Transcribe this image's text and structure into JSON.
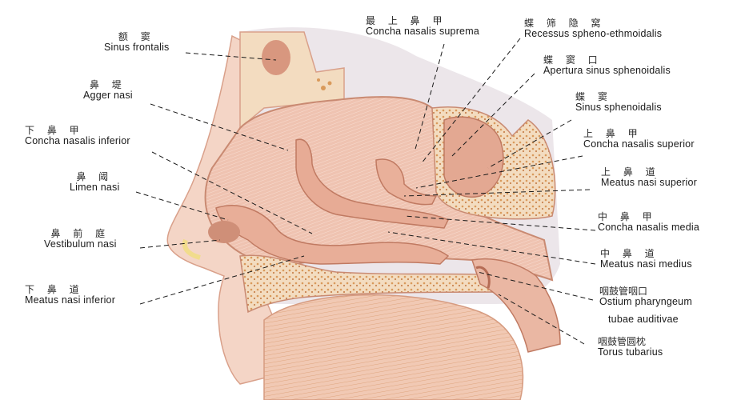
{
  "diagram": {
    "title": "",
    "subject": "Sagittal section of the nasal cavity (lateral wall)",
    "colors": {
      "tissue": "#eab7a3",
      "tissue_light": "#f6ddd2",
      "mucosa_dark": "#c98a72",
      "bone": "#f3dcc0",
      "bone_spots": "#d99a5b",
      "yellow_fat": "#f5e3a0",
      "line": "#1a1a1a"
    },
    "labels": {
      "sinus_frontalis": {
        "zh": "额 窦",
        "en": "Sinus frontalis"
      },
      "agger_nasi": {
        "zh": "鼻 堤",
        "en": "Agger nasi"
      },
      "concha_inferior": {
        "zh": "下 鼻 甲",
        "en": "Concha nasalis inferior"
      },
      "limen_nasi": {
        "zh": "鼻 阈",
        "en": "Limen nasi"
      },
      "vestibulum_nasi": {
        "zh": "鼻 前 庭",
        "en": "Vestibulum nasi"
      },
      "meatus_inferior": {
        "zh": "下 鼻 道",
        "en": "Meatus nasi inferior"
      },
      "concha_suprema": {
        "zh": "最 上 鼻 甲",
        "en": "Concha nasalis suprema"
      },
      "recessus": {
        "zh": "蝶 筛 隐 窝",
        "en": "Recessus spheno-ethmoidalis"
      },
      "apertura": {
        "zh": "蝶 窦 口",
        "en": "Apertura sinus sphenoidalis"
      },
      "sinus_sphenoidalis": {
        "zh": "蝶 窦",
        "en": "Sinus sphenoidalis"
      },
      "concha_superior": {
        "zh": "上 鼻 甲",
        "en": "Concha nasalis superior"
      },
      "meatus_superior": {
        "zh": "上 鼻 道",
        "en": "Meatus nasi superior"
      },
      "concha_media": {
        "zh": "中 鼻 甲",
        "en": "Concha nasalis media"
      },
      "meatus_medius": {
        "zh": "中 鼻 道",
        "en": "Meatus nasi medius"
      },
      "ostium": {
        "zh": "咽鼓管咽口",
        "en": "Ostium pharyngeum",
        "en2": "tubae auditivae"
      },
      "torus": {
        "zh": "咽鼓管圆枕",
        "en": "Torus tubarius"
      }
    }
  }
}
